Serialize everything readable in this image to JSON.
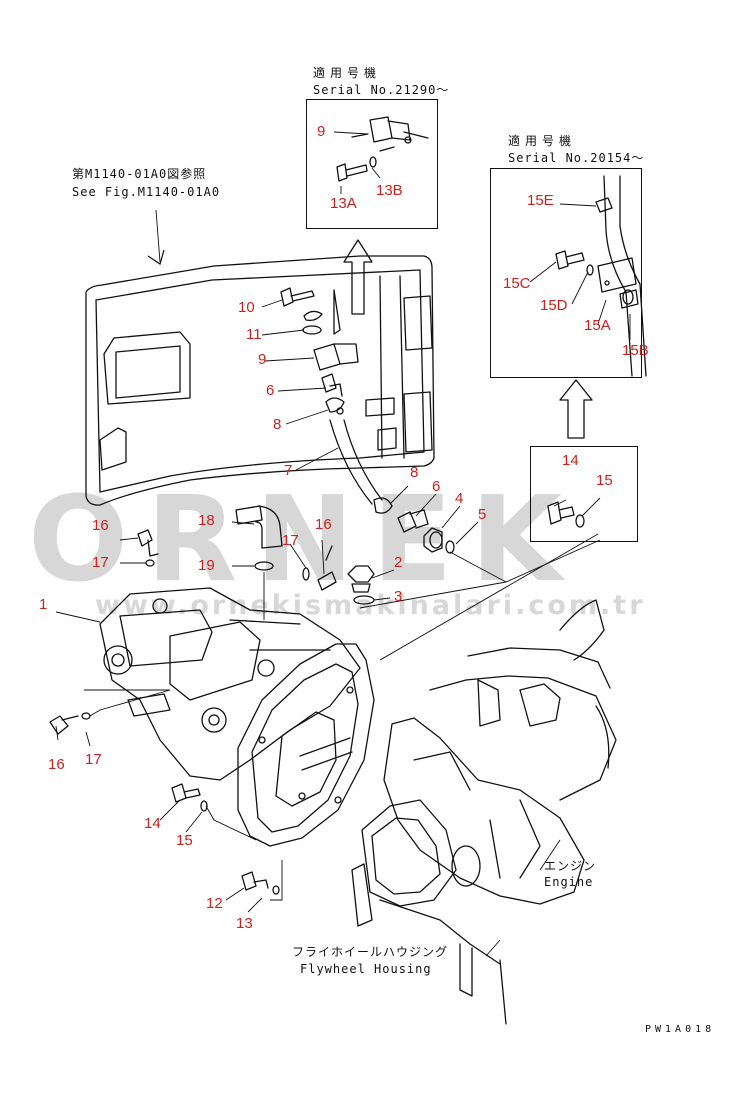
{
  "watermark": {
    "brand": "ORNEK",
    "url": "www.ornekismakinalari.com.tr",
    "color": "#d7d7d7"
  },
  "notes": {
    "applicable_a_jp": "適用号機",
    "applicable_a_serial": "Serial No.21290～",
    "applicable_b_jp": "適用号機",
    "applicable_b_serial": "Serial No.20154～",
    "ref_jp": "第M1140-01A0図参照",
    "ref_en": "See Fig.M1140-01A0",
    "engine_jp": "エンジン",
    "engine_en": "Engine",
    "flywheel_jp": "フライホイールハウジング",
    "flywheel_en": "Flywheel Housing",
    "drawing_code": "PW1A018"
  },
  "callouts": {
    "c1": "1",
    "c2": "2",
    "c3": "3",
    "c4": "4",
    "c5": "5",
    "c6a": "6",
    "c6b": "6",
    "c7": "7",
    "c8a": "8",
    "c8b": "8",
    "c9a": "9",
    "c9b": "9",
    "c10": "10",
    "c11": "11",
    "c12": "12",
    "c13": "13",
    "c13a": "13A",
    "c13b": "13B",
    "c14a": "14",
    "c14b": "14",
    "c15a": "15",
    "c15b": "15",
    "c15c": "15C",
    "c15d": "15D",
    "c15e": "15E",
    "c15ak": "15A",
    "c15bk": "15B",
    "c16a": "16",
    "c16b": "16",
    "c16c": "16",
    "c17a": "17",
    "c17b": "17",
    "c17c": "17",
    "c18": "18",
    "c19": "19"
  },
  "colors": {
    "callout": "#c8231e",
    "line": "#111111"
  }
}
